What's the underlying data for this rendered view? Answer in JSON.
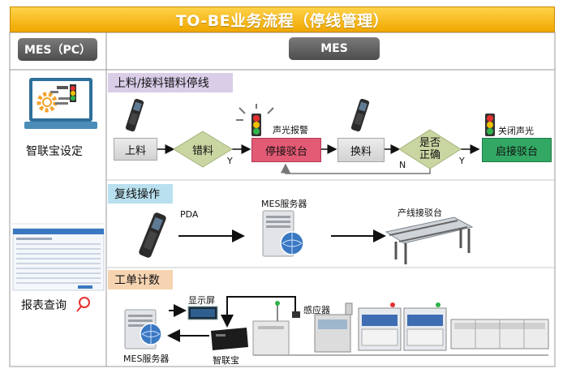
{
  "title": "TO-BE业务流程（停线管理）",
  "col_left_header": "MES（PC）",
  "col_right_header": "MES",
  "left": {
    "setup_label": "智联宝设定",
    "report_label": "报表查询"
  },
  "sections": {
    "s1": {
      "label": "上料/接料错料停线",
      "color": "#d9cde8",
      "nodes": {
        "load": "上料",
        "wrong": "错料",
        "stop": "停接驳台",
        "change": "换料",
        "correct": "是否\n正确",
        "start": "启接驳台"
      },
      "alarm_text": "声光报警",
      "close_text": "关闭声光",
      "edge_y1": "Y",
      "edge_n": "N",
      "edge_y2": "Y"
    },
    "s2": {
      "label": "复线操作",
      "color": "#b9e0ee",
      "pda": "PDA",
      "server": "MES服务器",
      "conveyor": "产线接驳台"
    },
    "s3": {
      "label": "工单计数",
      "color": "#f6d4b2",
      "display": "显示屏",
      "sensor": "感应器",
      "server": "MES服务器",
      "box": "智联宝"
    }
  },
  "colors": {
    "title_bg": "#f5b300",
    "stop_box": "#e35a74",
    "start_box": "#32a864",
    "diamond": "#c9d6a2"
  }
}
